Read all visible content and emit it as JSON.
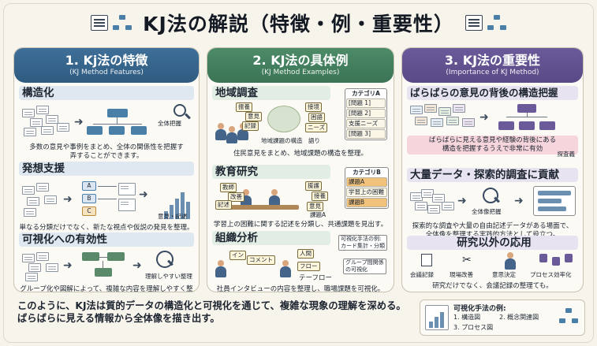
{
  "title": "KJ法の解説（特徴・例・重要性）",
  "columns": [
    {
      "title": "1. Kj法の特徴",
      "subtitle": "(KJ Method Features)",
      "sections": [
        {
          "heading": "構造化",
          "label": "全体把握",
          "desc": "多数の意見や事例をまとめ、全体の関係性を把握す\n弄することができます。"
        },
        {
          "heading": "発想支援",
          "labels": [
            "A",
            "B",
            "C",
            "意見・記述"
          ],
          "desc": "単なる分類だけでなく、新たな視点や仮説の発見を整理。"
        },
        {
          "heading": "可視化への有効性",
          "label": "理解しやすい整理",
          "desc": "グループ化や図解によって、複雑な内容を理解しやすく整理。"
        }
      ]
    },
    {
      "title": "2. KJ法の具体例",
      "subtitle": "(KJ Method Examples)",
      "sections": [
        {
          "heading": "地域調査",
          "tags": [
            "振養",
            "意見",
            "記録",
            "接境",
            "困語",
            "ニーズ"
          ],
          "caption": "地域課題の構造　語り",
          "category": [
            "カテゴリA",
            "[問題 1]",
            "[問題 2]",
            "支援ニーズ",
            "[問題 3]"
          ],
          "desc": "住民意見をまとめ、地域課題の構造を整理。"
        },
        {
          "heading": "教育研究",
          "tags": [
            "教師",
            "改善",
            "記述",
            "援護",
            "接養",
            "意見"
          ],
          "caption": "課題A",
          "category": [
            "カテゴリB",
            "課題A",
            "学習上の困難",
            "課題B"
          ],
          "desc": "学習上の困難に関する記述を分類し、共通課題を見出す。"
        },
        {
          "heading": "組織分析",
          "tags": [
            "イン",
            "コメント",
            "人間",
            "フロー"
          ],
          "caption": "テーフロー",
          "boxes": [
            "可視化手法の例:\nカード集計・分類",
            "グループ間関係\nの可視化"
          ],
          "desc": "社員インタビューの内容を整理し、職場課題を可視化。"
        }
      ]
    },
    {
      "title": "3. KJ法の重要性",
      "subtitle": "(Importance of KJ Method)",
      "sections": [
        {
          "heading": "ばらばらの意見の背後の構造把握",
          "desc": "ばらばらに見える意見や経験の背後にある\n構造を把握するうえで非常に有効",
          "label": "探査義"
        },
        {
          "heading": "大量データ・探索的調査に貢献",
          "label": "全体像把握",
          "desc": "探索的な調査や大量の自由記述データがある場面で、\n全体像を整理する実践的方法として役立つ。"
        },
        {
          "heading": "研究以外の応用",
          "items": [
            "会議記録",
            "現場改善",
            "意思決定",
            "プロセス効率化"
          ],
          "desc": "研究だけでなく、会議記録の整理ても。"
        }
      ]
    }
  ],
  "footer": "このように、KJ法は質的データの構造化と可視化を通じて、複雑な現象の理解を深める。\nばらばらに見える情報から全体像を描き出す。",
  "legend": {
    "title": "可視化手法の例:",
    "items": [
      "1. 構造図",
      "2. 概念関連図",
      "3. プロセス図"
    ]
  },
  "colors": {
    "col1": "#2f5b80",
    "col2": "#3a7455",
    "col3": "#594a86",
    "highlight": "#f6d6dc"
  }
}
